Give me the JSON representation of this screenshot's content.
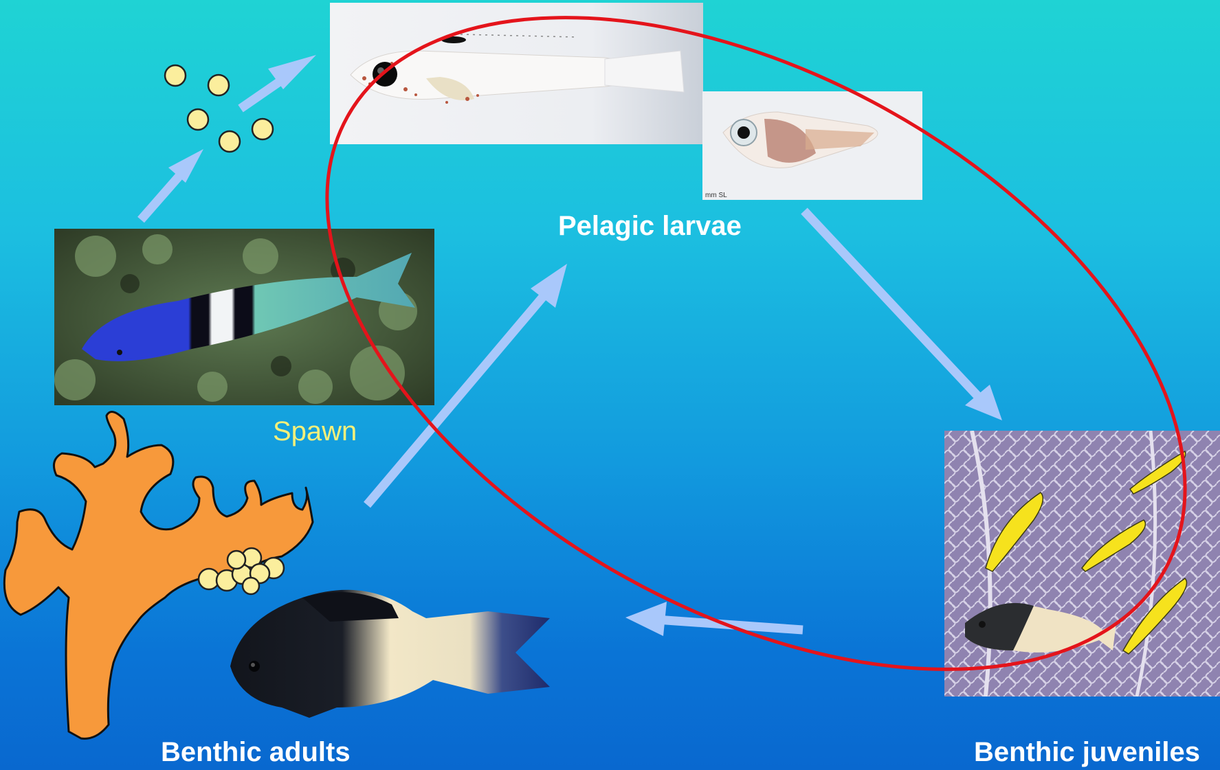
{
  "labels": {
    "pelagic": "Pelagic larvae",
    "spawn": "Spawn",
    "adults": "Benthic adults",
    "juveniles": "Benthic juveniles"
  },
  "colors": {
    "background_top": "#1fd3d4",
    "background_bottom": "#0968cf",
    "arrow": "#a9c8fb",
    "ellipse": "#e4141b",
    "spawn_text": "#f6f07a",
    "coral": "#f7993b",
    "egg": "#fbee9d"
  },
  "images": [
    {
      "name": "larva-photo-1",
      "subject": "transparent fish larva"
    },
    {
      "name": "larva-photo-2",
      "subject": "fish larva with silver eye"
    },
    {
      "name": "wrasse-photo",
      "subject": "bluehead wrasse adult"
    },
    {
      "name": "juveniles-photo",
      "subject": "yellow juvenile wrasses on sea fan"
    },
    {
      "name": "damselfish-photo",
      "subject": "bicolor damselfish adult"
    },
    {
      "name": "coral-drawing",
      "subject": "orange coral with eggs"
    }
  ]
}
